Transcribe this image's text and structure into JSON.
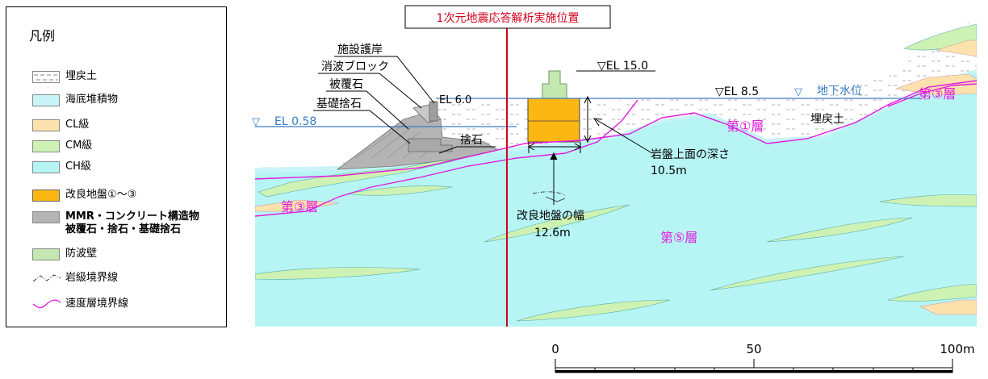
{
  "legend": {
    "title": "凡例",
    "items": [
      {
        "label": "埋戻土",
        "color": "#ffffff",
        "pattern": "dashed"
      },
      {
        "label": "海底堆積物",
        "color": "#c9f4f8"
      },
      {
        "label": "CL級",
        "color": "#fde2ae"
      },
      {
        "label": "CM級",
        "color": "#cdf2b3"
      },
      {
        "label": "CH級",
        "color": "#b7f5f5"
      },
      {
        "label": "改良地盤①～③",
        "color": "#fcb713"
      },
      {
        "label": "MMR・コンクリート構造物\n被覆石・捨石・基礎捨石",
        "color": "#b4b4b4"
      },
      {
        "label": "防波壁",
        "color": "#c5e8b2"
      },
      {
        "label": "岩級境界線",
        "line": "dashdot",
        "color": "#333333"
      },
      {
        "label": "速度層境界線",
        "line": "solid",
        "color": "#e31adf"
      }
    ]
  },
  "title_box": "1次元地震応答解析実施位置",
  "callouts": {
    "revetment": "施設護岸",
    "wave_block": "消波ブロック",
    "armor_stone": "被覆石",
    "base_rubble": "基礎捨石",
    "rubble": "捨石"
  },
  "elevations": {
    "el_15": "▽EL 15.0",
    "el_8_5": "▽EL 8.5",
    "el_6": "EL 6.0",
    "el_058_mark": "▽",
    "el_058": "EL 0.58",
    "gw_mark": "▽",
    "gw": "地下水位"
  },
  "layers": {
    "layer1": "第①層",
    "layer3_left": "第③層",
    "layer3_right": "第③層",
    "layer5": "第⑤層",
    "backfill": "埋戻土"
  },
  "annotations": {
    "depth_label": "岩盤上面の深さ",
    "depth_value": "10.5m",
    "width_label": "改良地盤の幅",
    "width_value": "12.6m"
  },
  "scale": {
    "ticks": [
      "0",
      "50",
      "100m"
    ]
  },
  "colors": {
    "sea_deposit": "#c9f4f8",
    "ch": "#b7f5f5",
    "cm": "#cdf2b3",
    "cl": "#fde2ae",
    "improved": "#fcb713",
    "concrete": "#b4b4b4",
    "velocity_line": "#e31adf",
    "section_line": "#d0021b",
    "water": "#3a7cc4"
  }
}
